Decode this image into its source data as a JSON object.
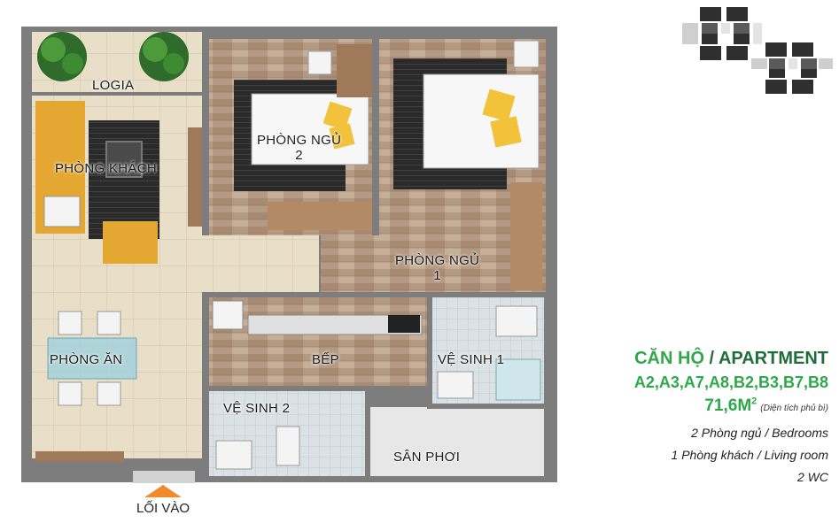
{
  "rooms": {
    "logia": "LOGIA",
    "living": "PHÒNG KHÁCH",
    "bedroom2_line1": "PHÒNG NGỦ",
    "bedroom2_line2": "2",
    "bedroom1_line1": "PHÒNG NGỦ",
    "bedroom1_line2": "1",
    "dining": "PHÒNG ĂN",
    "kitchen": "BẾP",
    "wc1": "VỆ SINH 1",
    "wc2": "VỆ SINH 2",
    "drying": "SÂN PHƠI"
  },
  "entrance": "LỐI VÀO",
  "apartment": {
    "title_vi": "CĂN HỘ",
    "title_sep": " / ",
    "title_en": "APARTMENT",
    "codes": "A2,A3,A7,A8,B2,B3,B7,B8",
    "area": "71,6M",
    "area_sup": "2",
    "area_note": "(Diện tích phủ bì)"
  },
  "specs": {
    "bedrooms": "2 Phòng ngủ / Bedrooms",
    "living": "1 Phòng khách / Living room",
    "wc": "2 WC"
  },
  "colors": {
    "accent_green": "#2ea84a",
    "dark_green": "#1e6e3a",
    "entrance_arrow": "#f08a2c"
  }
}
